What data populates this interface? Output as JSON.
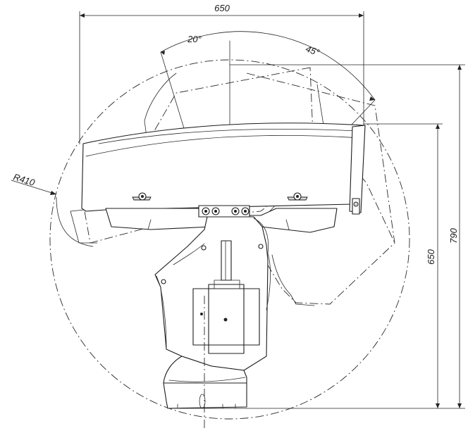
{
  "drawing": {
    "dimensions": {
      "top_width": "650",
      "total_height": "790",
      "inner_height": "650",
      "radius": "R410"
    },
    "angles": {
      "tilt_up": "20°",
      "tilt_down": "45°"
    }
  }
}
